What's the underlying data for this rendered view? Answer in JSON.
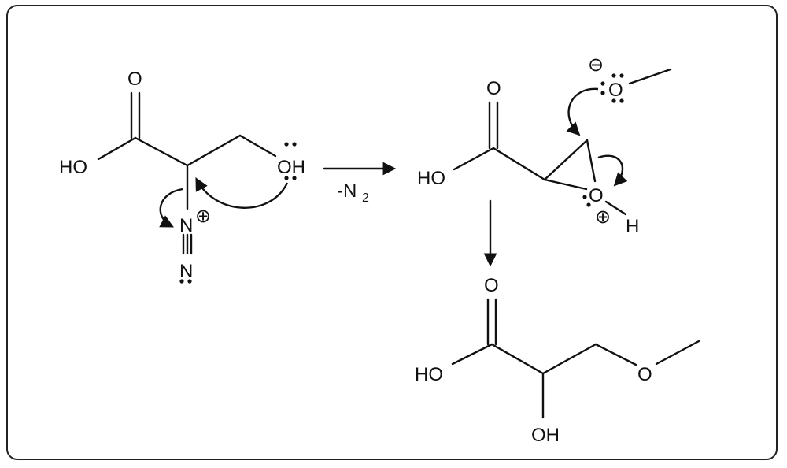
{
  "reaction": {
    "reagent": "-N",
    "reagent_subscript": "2"
  },
  "labels": {
    "m1_carbonyl_o": "O",
    "m1_ho": "HO",
    "m1_oh": "OH",
    "m1_n1": "N",
    "m1_n2": "N",
    "m1_n_charge": "⊕",
    "m2_carbonyl_o": "O",
    "m2_ho": "HO",
    "m2_ring_o": "O",
    "m2_h": "H",
    "m2_o_charge": "⊕",
    "methoxide_o": "O",
    "methoxide_charge": "⊖",
    "m3_carbonyl_o": "O",
    "m3_ho": "HO",
    "m3_oh": "OH",
    "m3_ether_o": "O"
  },
  "colors": {
    "ink": "#111111",
    "background": "#ffffff"
  }
}
